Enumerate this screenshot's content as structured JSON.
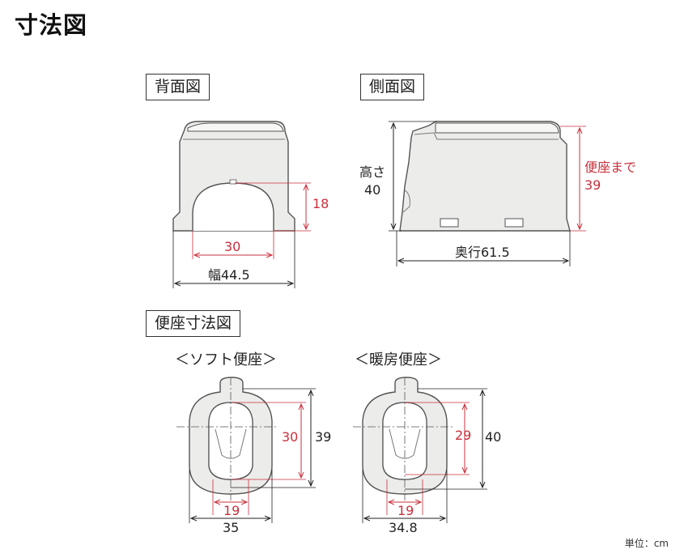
{
  "title": "寸法図",
  "sections": {
    "back_view": "背面図",
    "side_view": "側面図",
    "seat_dims": "便座寸法図"
  },
  "subheads": {
    "soft_seat": "＜ソフト便座＞",
    "heated_seat": "＜暖房便座＞"
  },
  "back_view": {
    "height_red": "18",
    "opening_width_red": "30",
    "width_label": "幅44.5"
  },
  "side_view": {
    "height_label_line1": "高さ",
    "height_label_line2": "40",
    "seat_height_line1": "便座まで",
    "seat_height_line2": "39",
    "depth_label": "奥行61.5"
  },
  "soft_seat": {
    "inner_height_red": "30",
    "outer_height": "39",
    "inner_width_red": "19",
    "outer_width": "35"
  },
  "heated_seat": {
    "inner_height_red": "29",
    "outer_height": "40",
    "inner_width_red": "19",
    "outer_width": "34.8"
  },
  "unit": "単位：cm",
  "colors": {
    "body_fill": "#ececea",
    "outline": "#555555",
    "dimension_black": "#222222",
    "dimension_red": "#c8303c"
  }
}
